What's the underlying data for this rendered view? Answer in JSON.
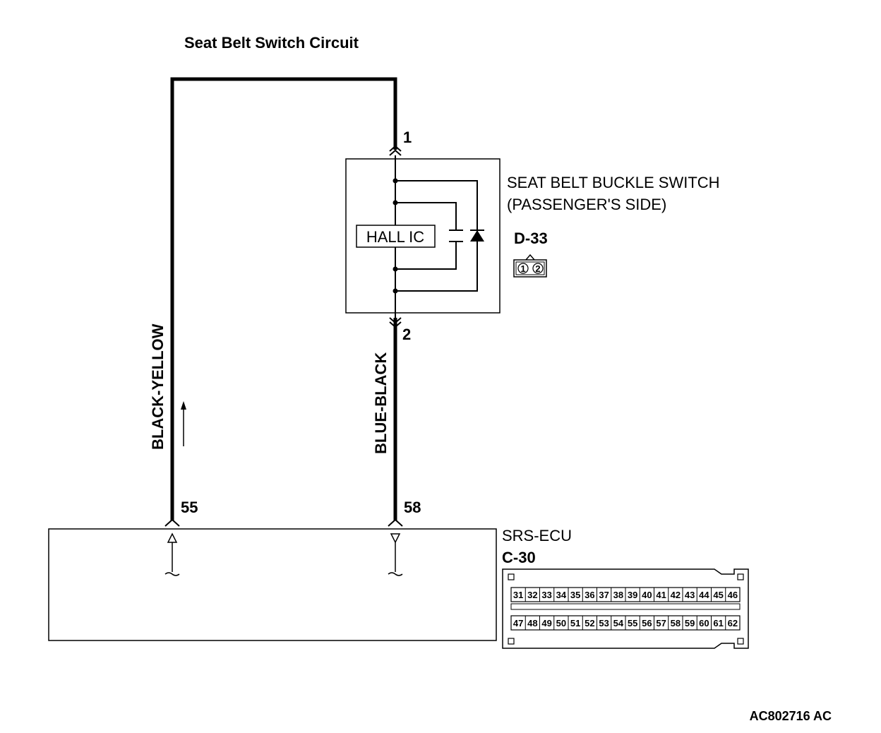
{
  "title": "Seat Belt Switch Circuit",
  "switch": {
    "name_line1": "SEAT BELT BUCKLE SWITCH",
    "name_line2": "(PASSENGER'S SIDE)",
    "connector_id": "D-33",
    "connector_pins": [
      "1",
      "2"
    ],
    "ic_label": "HALL IC",
    "pin_top": "1",
    "pin_bottom": "2"
  },
  "wires": {
    "left": "BLACK-YELLOW",
    "right": "BLUE-BLACK"
  },
  "ecu": {
    "name": "SRS-ECU",
    "connector_id": "C-30",
    "pin_left": "55",
    "pin_right": "58",
    "connector_row1": [
      "31",
      "32",
      "33",
      "34",
      "35",
      "36",
      "37",
      "38",
      "39",
      "40",
      "41",
      "42",
      "43",
      "44",
      "45",
      "46"
    ],
    "connector_row2": [
      "47",
      "48",
      "49",
      "50",
      "51",
      "52",
      "53",
      "54",
      "55",
      "56",
      "57",
      "58",
      "59",
      "60",
      "61",
      "62"
    ]
  },
  "figure_id": "AC802716 AC"
}
